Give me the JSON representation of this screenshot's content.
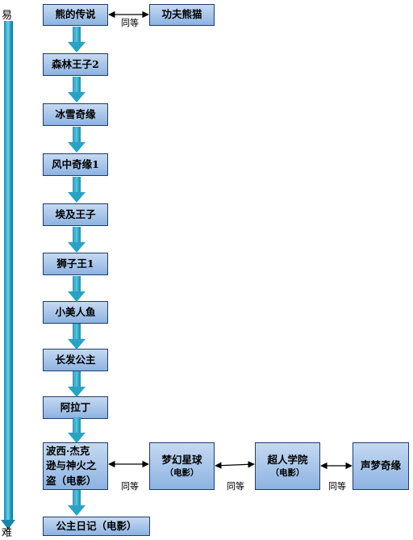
{
  "axis": {
    "top_label": "易",
    "bottom_label": "难"
  },
  "main_flow": [
    {
      "label": "熊的传说"
    },
    {
      "label": "森林王子2"
    },
    {
      "label": "冰雪奇缘"
    },
    {
      "label": "风中奇缘1"
    },
    {
      "label": "埃及王子"
    },
    {
      "label": "狮子王1"
    },
    {
      "label": "小美人鱼"
    },
    {
      "label": "长发公主"
    },
    {
      "label": "阿拉丁"
    },
    {
      "label_lines": [
        "波西·杰克",
        "逊与神火之",
        "盗（电影）"
      ]
    },
    {
      "label": "公主日记（电影）"
    }
  ],
  "equivalents_top": {
    "box": "功夫熊猫",
    "relation": "同等"
  },
  "equivalents_bottom": {
    "boxes": [
      {
        "label": "梦幻星球",
        "sub": "（电影）"
      },
      {
        "label": "超人学院",
        "sub": "（电影）"
      },
      {
        "label": "声梦奇缘"
      }
    ],
    "relations": [
      "同等",
      "同等",
      "同等"
    ]
  }
}
